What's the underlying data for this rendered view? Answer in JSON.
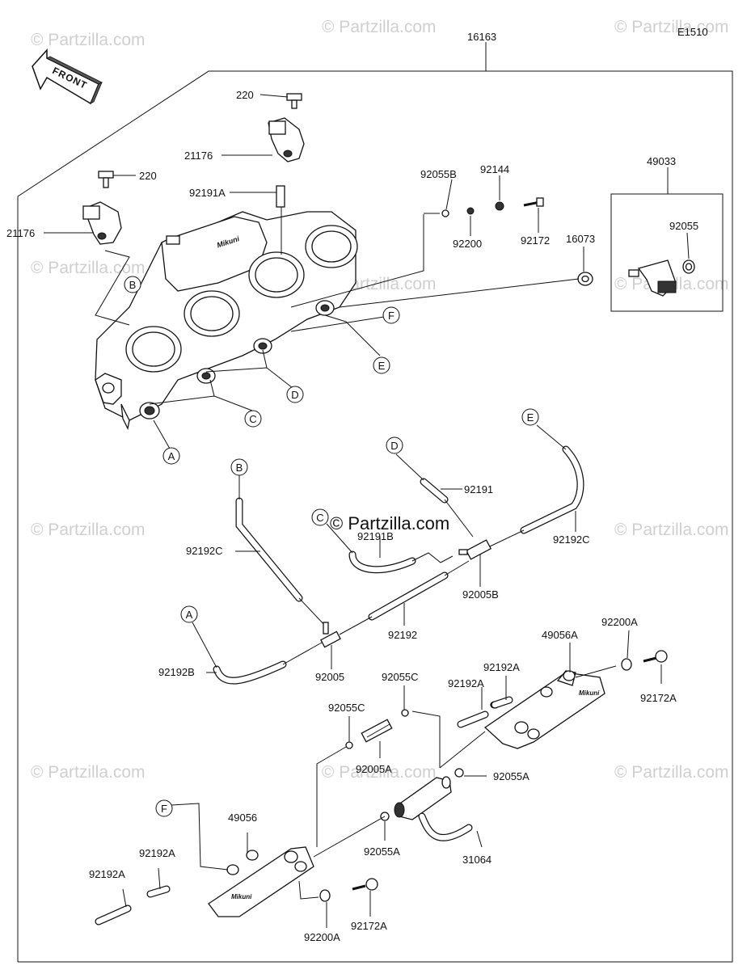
{
  "diagram": {
    "code": "E1510",
    "assembly_number": "16163",
    "front_label": "FRONT",
    "center_watermark": "© Partzilla.com",
    "watermark_text": "© Partzilla.com",
    "labels": {
      "l220a": "220",
      "l21176a": "21176",
      "l92191A": "92191A",
      "l220b": "220",
      "l21176b": "21176",
      "l92055B": "92055B",
      "l92144": "92144",
      "l92200": "92200",
      "l92172": "92172",
      "l49033": "49033",
      "l16073": "16073",
      "l92055": "92055",
      "l92192C_left": "92192C",
      "l92191": "92191",
      "l92191B": "92191B",
      "l92192C_right": "92192C",
      "l92005B": "92005B",
      "l92192": "92192",
      "l92192B": "92192B",
      "l92005": "92005",
      "l49056A": "49056A",
      "l92200A_top": "92200A",
      "l92192A_1": "92192A",
      "l92192A_2": "92192A",
      "l92172A_top": "92172A",
      "l92055C_1": "92055C",
      "l92055C_2": "92055C",
      "l92005A": "92005A",
      "l92055A_1": "92055A",
      "l92055A_2": "92055A",
      "l31064": "31064",
      "l49056": "49056",
      "l92192A_3": "92192A",
      "l92192A_4": "92192A",
      "l92200A_bot": "92200A",
      "l92172A_bot": "92172A"
    },
    "callouts": {
      "A1": "A",
      "B1": "B",
      "C1": "C",
      "D1": "D",
      "E1": "E",
      "F1": "F",
      "A2": "A",
      "B2": "B",
      "C2": "C",
      "D2": "D",
      "E2": "E",
      "F2": "F"
    }
  }
}
